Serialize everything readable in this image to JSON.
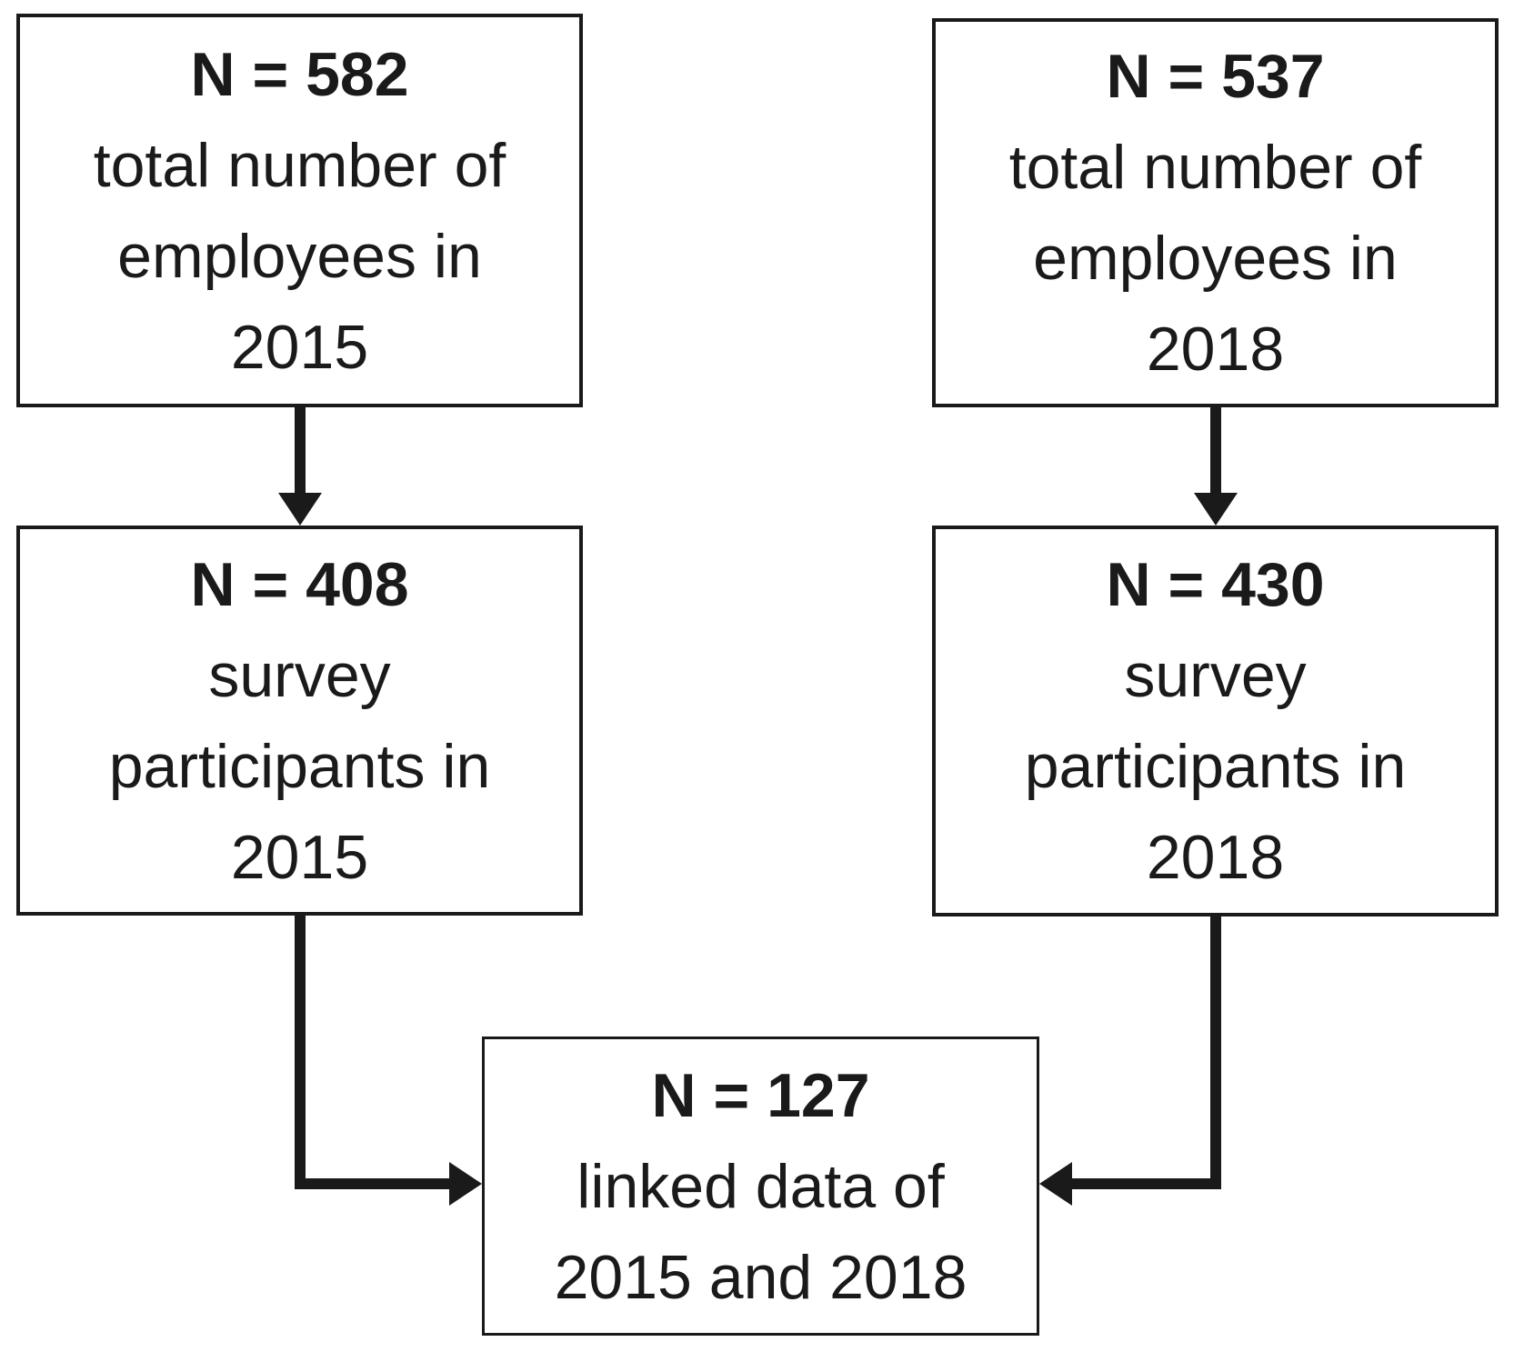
{
  "figure": {
    "background_color": "#ffffff",
    "ink_color": "#1a1a1a",
    "nodes": {
      "employees_2015": {
        "n": "N = 582",
        "lines": [
          "total number of",
          "employees in",
          "2015"
        ]
      },
      "employees_2018": {
        "n": "N = 537",
        "lines": [
          "total number of",
          "employees in",
          "2018"
        ]
      },
      "participants_2015": {
        "n": "N = 408",
        "lines": [
          "survey",
          "participants in",
          "2015"
        ]
      },
      "participants_2018": {
        "n": "N = 430",
        "lines": [
          "survey",
          "participants in",
          "2018"
        ]
      },
      "linked_data": {
        "n": "N = 127",
        "lines": [
          "linked data of",
          "2015 and 2018"
        ]
      }
    }
  }
}
